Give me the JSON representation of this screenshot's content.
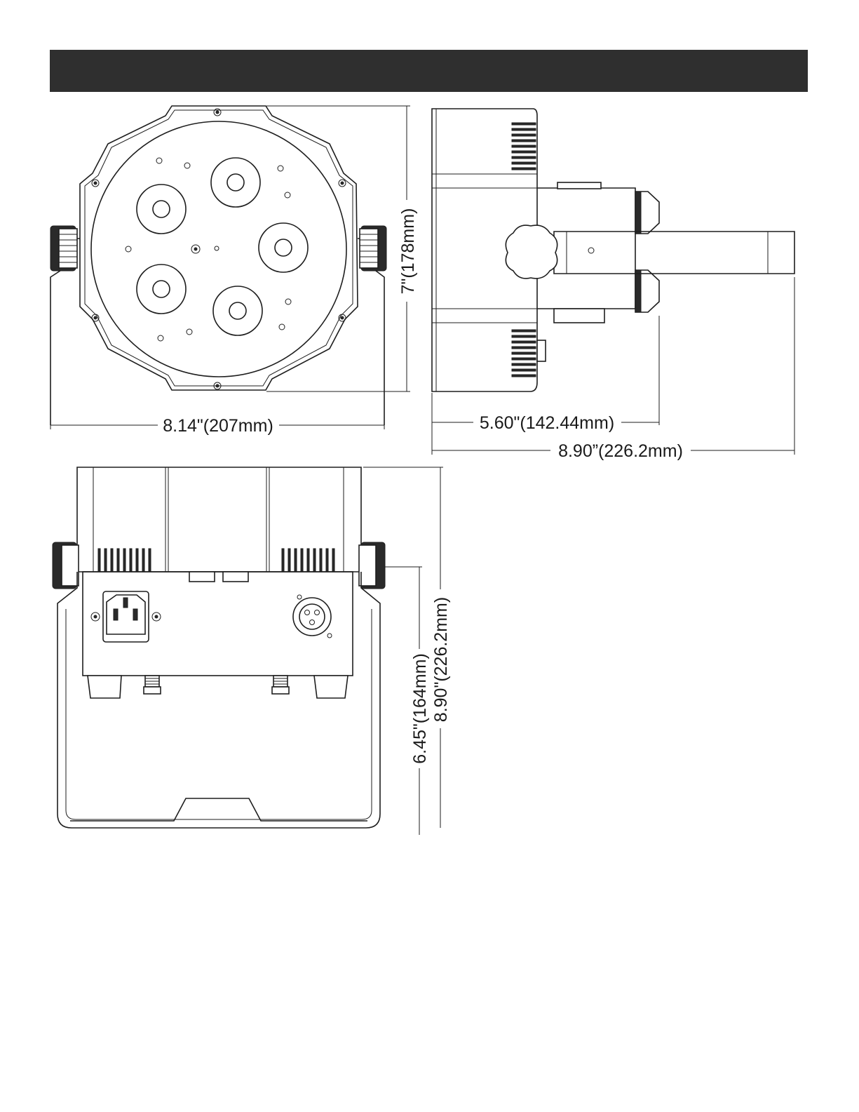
{
  "dimensions": {
    "front_height": "7\"(178mm)",
    "front_width": "8.14\"(207mm)",
    "side_depth": "5.60\"(142.44mm)",
    "side_total_depth": "8.90”(226.2mm)",
    "rear_body_height": "6.45\"(164mm)",
    "rear_total_height": "8.90\"(226.2mm)"
  },
  "colors": {
    "header_bar": "#2f2f2f",
    "line": "#1e1e1e"
  }
}
